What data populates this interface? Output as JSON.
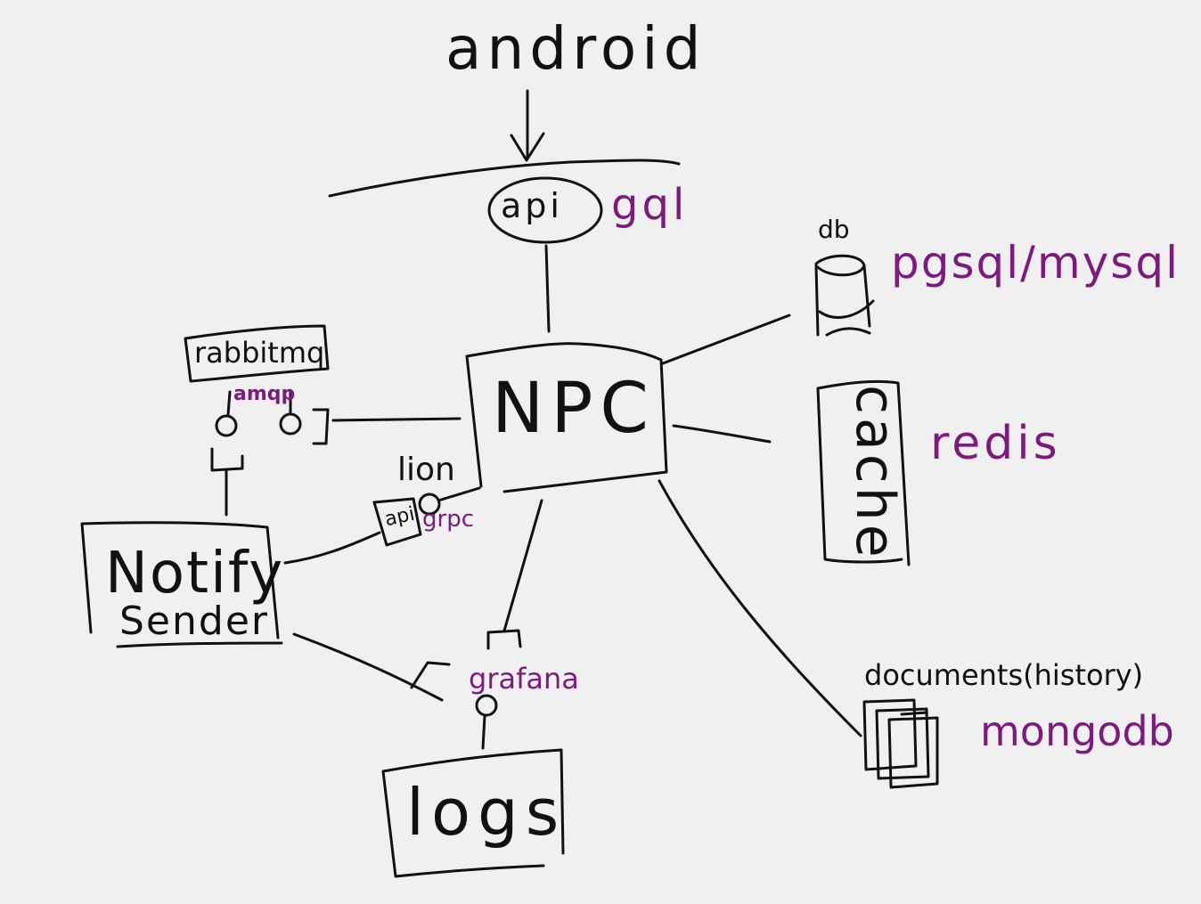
{
  "colors": {
    "ink": "#111111",
    "annotation": "#7d1a7d",
    "background": "#f0f0f0"
  },
  "labels": {
    "android": "android",
    "api": "api",
    "gql": "gql",
    "db": "db",
    "pgsql_mysql": "pgsql/mysql",
    "npc": "NPC",
    "cache": "cache",
    "redis": "redis",
    "rabbitmq": "rabbitmq",
    "amqp": "amqp",
    "lion": "lion",
    "api_small": "api",
    "grpc": "grpc",
    "notify": "Notify",
    "sender": "Sender",
    "grafana": "grafana",
    "logs": "logs",
    "documents_history": "documents(history)",
    "mongodb": "mongodb"
  }
}
